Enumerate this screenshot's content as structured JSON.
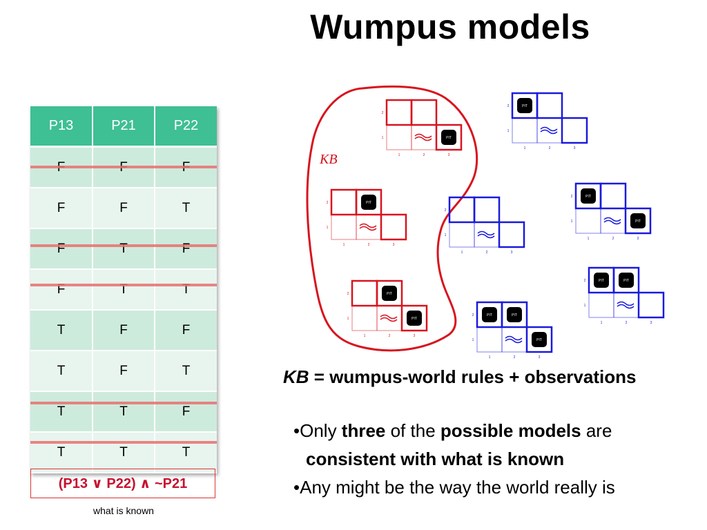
{
  "title": "Wumpus models",
  "truth_table": {
    "headers": [
      "P13",
      "P21",
      "P22"
    ],
    "rows": [
      [
        "F",
        "F",
        "F"
      ],
      [
        "F",
        "F",
        "T"
      ],
      [
        "F",
        "T",
        "F"
      ],
      [
        "F",
        "T",
        "T"
      ],
      [
        "T",
        "F",
        "F"
      ],
      [
        "T",
        "F",
        "T"
      ],
      [
        "T",
        "T",
        "F"
      ],
      [
        "T",
        "T",
        "T"
      ]
    ],
    "struck_rows": [
      0,
      2,
      3,
      6,
      7
    ]
  },
  "known_formula": "(P13 ∨ P22) ∧ ~P21",
  "known_caption": "what is known",
  "kb_label": "KB",
  "kb_equation": {
    "kb": "KB",
    "rest": " = wumpus-world rules + observations"
  },
  "bullets": {
    "b1_pre": "Only ",
    "b1_bold1": "three",
    "b1_mid": " of the ",
    "b1_bold2": "possible models",
    "b1_post": " are",
    "b1_line2": "consistent with what is known",
    "b2": "Any might be the way the world really is"
  },
  "pit_label": "PIT",
  "grid_labels": {
    "row2": "2",
    "row1": "1",
    "col1": "1",
    "col2": "2",
    "col3": "3"
  },
  "colors": {
    "kb_red": "#d8141e",
    "model_blue": "#1a1adc",
    "table_header": "#3fbf94"
  }
}
